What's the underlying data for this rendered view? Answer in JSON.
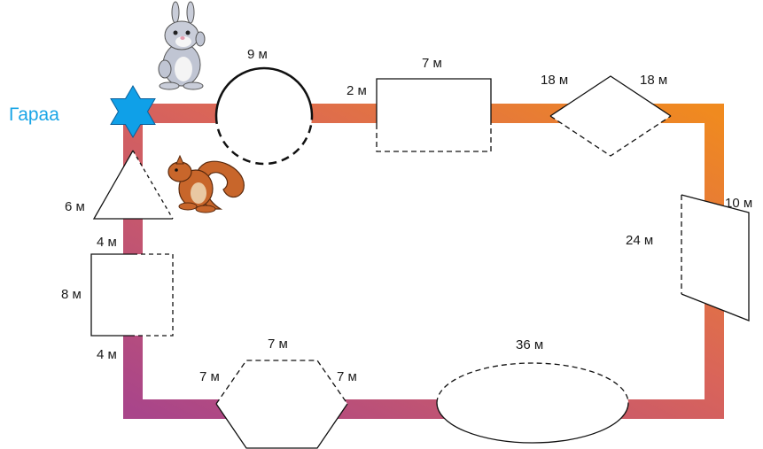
{
  "garage": {
    "label": "Гараа",
    "color": "#1aa5e6"
  },
  "track": {
    "gradient": [
      "#a9458a",
      "#d9645a",
      "#f08a1f"
    ]
  },
  "labels": {
    "circle": "9 м",
    "gap": "2 м",
    "rectangle_top": "7 м",
    "rhombus_left": "18 м",
    "rhombus_right": "18 м",
    "parallelogram_side": "10 м",
    "parallelogram_base": "24 м",
    "triangle": "6 м",
    "square_top": "4 м",
    "square_side": "8 м",
    "square_bottom": "4 м",
    "hexagon_top": "7 м",
    "hexagon_left": "7 м",
    "hexagon_right": "7 м",
    "ellipse": "36 м"
  },
  "colors": {
    "star": "#0fa0e8",
    "rabbit": "#b9bfcf",
    "squirrel": "#c8662b",
    "outline": "#111111"
  }
}
